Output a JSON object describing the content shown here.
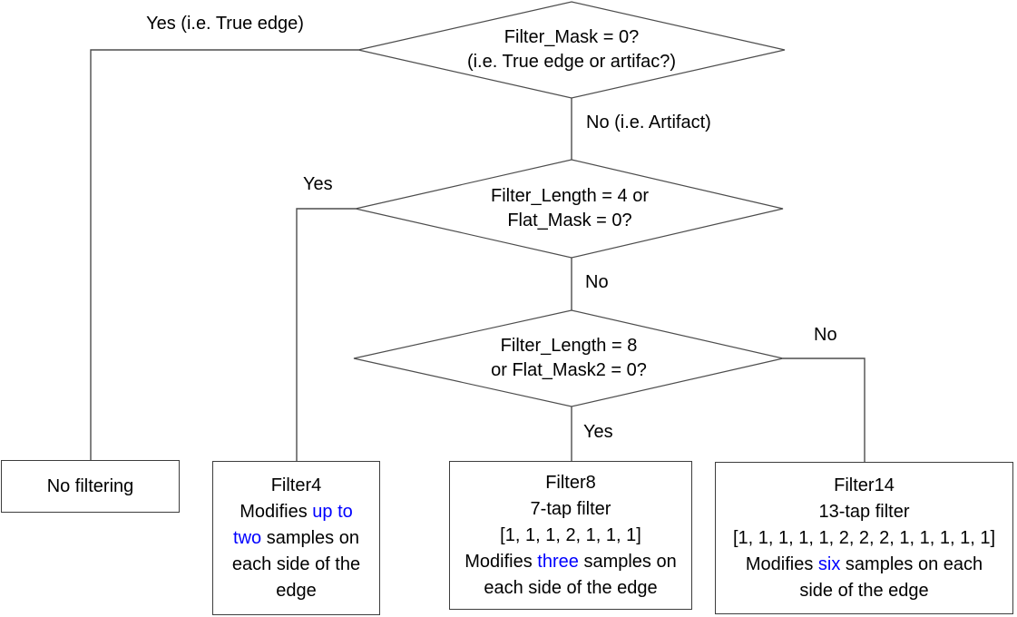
{
  "colors": {
    "highlight_blue": "#0000ff",
    "line_gray": "#4d4d4d",
    "box_border": "#3d3d3d",
    "text": "#000000",
    "background": "#ffffff"
  },
  "decisions": {
    "d1": {
      "line1": "Filter_Mask = 0?",
      "line2": "(i.e. True edge or artifac?)"
    },
    "d2": {
      "line1": "Filter_Length = 4 or",
      "line2": "Flat_Mask = 0?"
    },
    "d3": {
      "line1": "Filter_Length = 8",
      "line2": "or Flat_Mask2 = 0?"
    }
  },
  "branch_labels": {
    "d1_yes": "Yes (i.e. True edge)",
    "d1_no": "No (i.e. Artifact)",
    "d2_yes": "Yes",
    "d2_no": "No",
    "d3_yes": "Yes",
    "d3_no": "No"
  },
  "boxes": {
    "no_filtering": {
      "line1": "No filtering"
    },
    "filter4": {
      "line1": "Filter4",
      "line2_black": "Modifies ",
      "line2_blue": "up to",
      "line3_blue": "two",
      "line3_black": " samples on",
      "line4": "each side of the",
      "line5": "edge"
    },
    "filter8": {
      "line1": "Filter8",
      "line2": "7-tap filter",
      "line3": "[1, 1, 1, 2, 1, 1, 1]",
      "line4_pre": "Modifies ",
      "line4_blue": "three",
      "line4_post": " samples on",
      "line5": "each side of the edge"
    },
    "filter14": {
      "line1": "Filter14",
      "line2": "13-tap filter",
      "line3": "[1, 1, 1, 1, 1, 2, 2, 2, 1, 1, 1, 1, 1]",
      "line4_pre": "Modifies ",
      "line4_blue": "six",
      "line4_post": " samples on each",
      "line5": "side of the edge"
    }
  }
}
